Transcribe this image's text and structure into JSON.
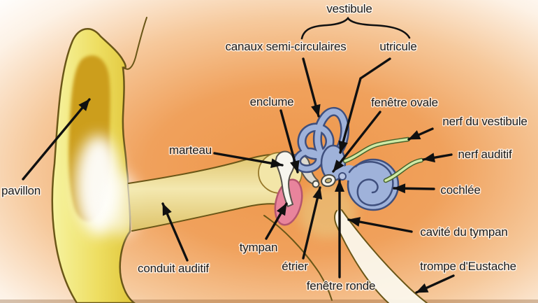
{
  "diagram": {
    "labels": {
      "pavillon": "pavillon",
      "conduit_auditif": "conduit auditif",
      "tympan": "tympan",
      "marteau": "marteau",
      "enclume": "enclume",
      "etrier": "étrier",
      "canaux_semi_circulaires": "canaux semi-circulaires",
      "vestibule": "vestibule",
      "utricule": "utricule",
      "fenetre_ovale": "fenêtre ovale",
      "fenetre_ronde": "fenêtre ronde",
      "nerf_du_vestibule": "nerf du vestibule",
      "nerf_auditif": "nerf auditif",
      "cochlee": "cochlée",
      "cavite_du_tympan": "cavité du tympan",
      "trompe_d_eustache": "trompe d'Eustache"
    },
    "colors": {
      "background_center": "#ee9649",
      "background_edge": "#ffffff",
      "pinna_yellow": "#f2ee7c",
      "concha_gold": "#cc9e1b",
      "canal_tan": "#e8d68c",
      "eardrum_pink": "#e8849c",
      "inner_ear_blue": "#9fb2da",
      "inner_ear_outline": "#3f4f7d",
      "nerve_green": "#cfeaa6",
      "bone_white": "#f7f5ee",
      "label_text": "#1c1c1c",
      "arrow_black": "#101010"
    }
  }
}
